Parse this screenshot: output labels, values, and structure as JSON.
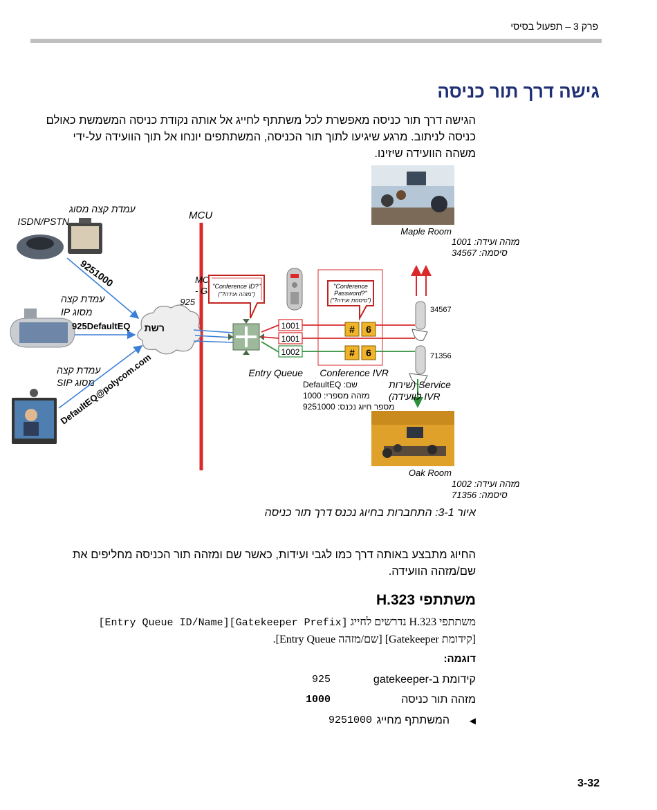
{
  "header": {
    "chapter": "פרק 3 – תפעול בסיסי"
  },
  "section_title": "גישה דרך תור כניסה",
  "intro_paragraph": "הגישה דרך תור כניסה מאפשרת לכל משתתף לחייג אל אותה נקודת כניסה המשמשת כאולם כניסה לניתוב. מרגע שיגיעו לתוך תור הכניסה, המשתתפים יונחו אל תוך הוועידה על-ידי משהה הוועידה שיזינו.",
  "figure": {
    "mcu_label": "MCU",
    "network_label": "רשת",
    "endpoints": {
      "isdn": {
        "label_line1": "עמדת קצה מסוג",
        "label_line2": "ISDN/PSTN",
        "dial": "9251000"
      },
      "ip": {
        "label_line1": "עמדת קצה",
        "label_line2": "מסוג IP",
        "dial": "925DefaultEQ"
      },
      "sip": {
        "label_line1": "עמדת קצה",
        "label_line2": "מסוג SIP",
        "dial": "DefaultEQ@polycom.com"
      }
    },
    "prefix_note": {
      "line1": "קידומת ה-MCU",
      "line2": "ב-Gatekeeper -",
      "line3": "925"
    },
    "bubble_conf_id": {
      "line1": "\"Conference ID?\"",
      "line2": "(\"מזהה ועידה?\")"
    },
    "bubble_password": {
      "line1": "\"Conference",
      "line2": "Password?\"",
      "line3": "(\"סיסמת ועידה?\")"
    },
    "lines": [
      "1001",
      "1001",
      "1002"
    ],
    "keypad_symbol": "#",
    "keypad_digit": "6",
    "entry_queue": {
      "title": "Entry Queue",
      "name": "שם: DefaultEQ",
      "id": "מזהה מספרי: 1000",
      "dial": "מספר חיוג נכנס: 9251000"
    },
    "ivr": {
      "line1": "Conference IVR",
      "line2": "Service (שירות",
      "line3": "IVR לוועידה)"
    },
    "maple_room": {
      "name": "Maple Room",
      "id": "מזהה ועידה: 1001",
      "password": "סיסמה: 34567"
    },
    "oak_room": {
      "name": "Oak Room",
      "id": "מזהה ועידה: 1002",
      "password": "סיסמה: 71356"
    },
    "remote_top_code": "34567",
    "remote_bottom_code": "71356",
    "colors": {
      "title": "#1f2f74",
      "mcu_line": "#d9292b",
      "red_line": "#d9292b",
      "green_line": "#2f8f3a",
      "blue_line": "#3c7fd6"
    }
  },
  "caption": "איור 3-1: התחברות בחיוג נכנס דרך תור כניסה",
  "paragraph2": "החיוג מתבצע באותה דרך כמו לגבי ועידות, כאשר שם ומזהה תור הכניסה מחליפים את שם/מזהה הוועידה.",
  "h323": {
    "title": "משתתפי H.323",
    "text_prefix": "משתתפי H.323 נדרשים לחייג",
    "code": "[Gatekeeper Prefix][Entry Queue ID/Name]",
    "text_line2": "[קידומת Gatekeeper] [שם/מזהה Entry Queue]."
  },
  "example": {
    "label": "דוגמה:",
    "rows": [
      {
        "key": "קידומת ב-gatekeeper",
        "value": "925"
      },
      {
        "key": "מזהה תור כניסה",
        "value": "1000"
      },
      {
        "key": "המשתתף מחייג",
        "value": "9251000"
      }
    ]
  },
  "page_number": "3-32"
}
